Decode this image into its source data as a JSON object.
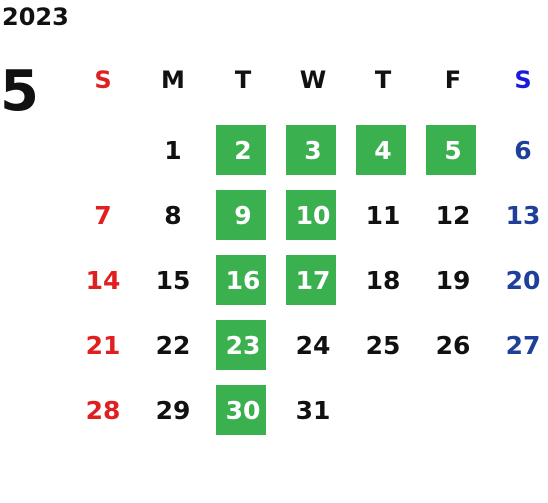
{
  "calendar": {
    "year": "2023",
    "month": "5",
    "weekdays": [
      "S",
      "M",
      "T",
      "W",
      "T",
      "F",
      "S"
    ],
    "weeks": [
      [
        {
          "day": "",
          "highlight": false
        },
        {
          "day": "1",
          "highlight": false
        },
        {
          "day": "2",
          "highlight": true
        },
        {
          "day": "3",
          "highlight": true
        },
        {
          "day": "4",
          "highlight": true
        },
        {
          "day": "5",
          "highlight": true
        },
        {
          "day": "6",
          "highlight": false
        }
      ],
      [
        {
          "day": "7",
          "highlight": false
        },
        {
          "day": "8",
          "highlight": false
        },
        {
          "day": "9",
          "highlight": true
        },
        {
          "day": "10",
          "highlight": true
        },
        {
          "day": "11",
          "highlight": false
        },
        {
          "day": "12",
          "highlight": false
        },
        {
          "day": "13",
          "highlight": false
        }
      ],
      [
        {
          "day": "14",
          "highlight": false
        },
        {
          "day": "15",
          "highlight": false
        },
        {
          "day": "16",
          "highlight": true
        },
        {
          "day": "17",
          "highlight": true
        },
        {
          "day": "18",
          "highlight": false
        },
        {
          "day": "19",
          "highlight": false
        },
        {
          "day": "20",
          "highlight": false
        }
      ],
      [
        {
          "day": "21",
          "highlight": false
        },
        {
          "day": "22",
          "highlight": false
        },
        {
          "day": "23",
          "highlight": true
        },
        {
          "day": "24",
          "highlight": false
        },
        {
          "day": "25",
          "highlight": false
        },
        {
          "day": "26",
          "highlight": false
        },
        {
          "day": "27",
          "highlight": false
        }
      ],
      [
        {
          "day": "28",
          "highlight": false
        },
        {
          "day": "29",
          "highlight": false
        },
        {
          "day": "30",
          "highlight": true
        },
        {
          "day": "31",
          "highlight": false
        },
        {
          "day": "",
          "highlight": false
        },
        {
          "day": "",
          "highlight": false
        },
        {
          "day": "",
          "highlight": false
        }
      ]
    ]
  },
  "colors": {
    "highlight": "#3bb04f",
    "sunday": "#e02020",
    "saturday": "#1f3f9a",
    "saturday_header": "#1a1adc",
    "text": "#111111"
  }
}
